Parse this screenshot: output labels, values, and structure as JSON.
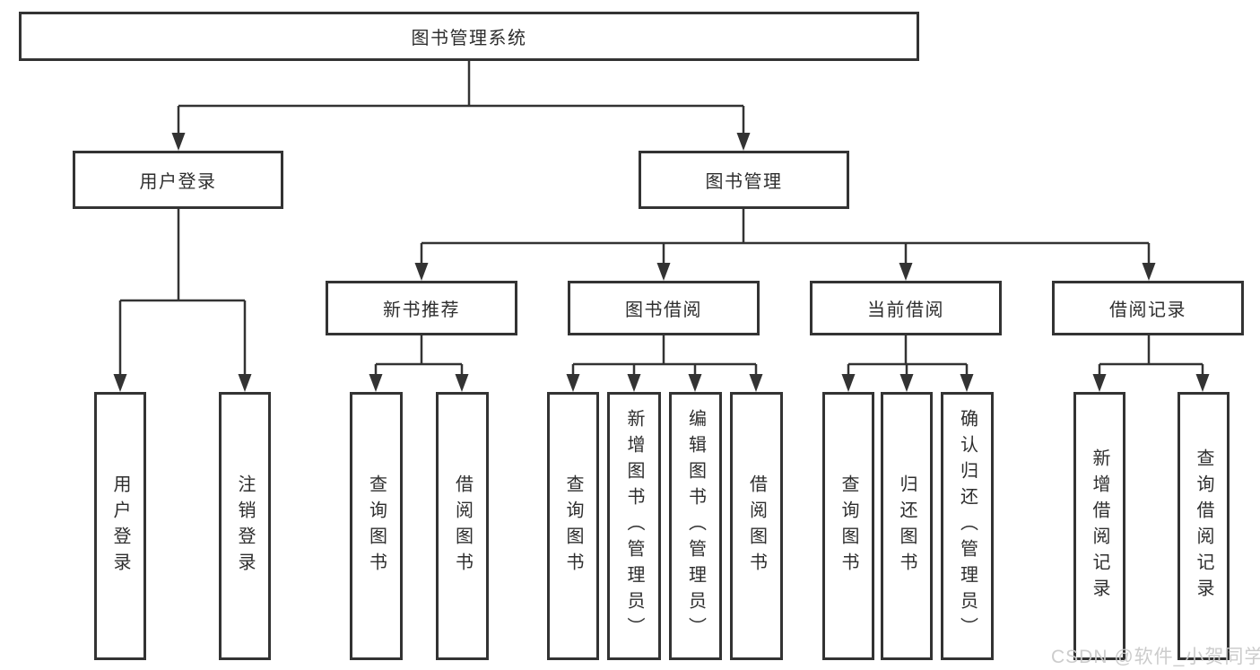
{
  "tree": {
    "root": {
      "label": "图书管理系统",
      "children": [
        {
          "label": "用户登录",
          "children": [
            {
              "label": "用户登录"
            },
            {
              "label": "注销登录"
            }
          ]
        },
        {
          "label": "图书管理",
          "children": [
            {
              "label": "新书推荐",
              "children": [
                {
                  "label": "查询图书"
                },
                {
                  "label": "借阅图书"
                }
              ]
            },
            {
              "label": "图书借阅",
              "children": [
                {
                  "label": "查询图书"
                },
                {
                  "label": "新增图书（管理员）"
                },
                {
                  "label": "编辑图书（管理员）"
                },
                {
                  "label": "借阅图书"
                }
              ]
            },
            {
              "label": "当前借阅",
              "children": [
                {
                  "label": "查询图书"
                },
                {
                  "label": "归还图书"
                },
                {
                  "label": "确认归还（管理员）"
                }
              ]
            },
            {
              "label": "借阅记录",
              "children": [
                {
                  "label": "新增借阅记录"
                },
                {
                  "label": "查询借阅记录"
                }
              ]
            }
          ]
        }
      ]
    }
  },
  "watermark": {
    "text": "CSDN @软件_小贺同学"
  },
  "colors": {
    "line": "#333333",
    "box_border": "#333333",
    "text": "#2e2e2e",
    "watermark": "#c9c9c9"
  }
}
